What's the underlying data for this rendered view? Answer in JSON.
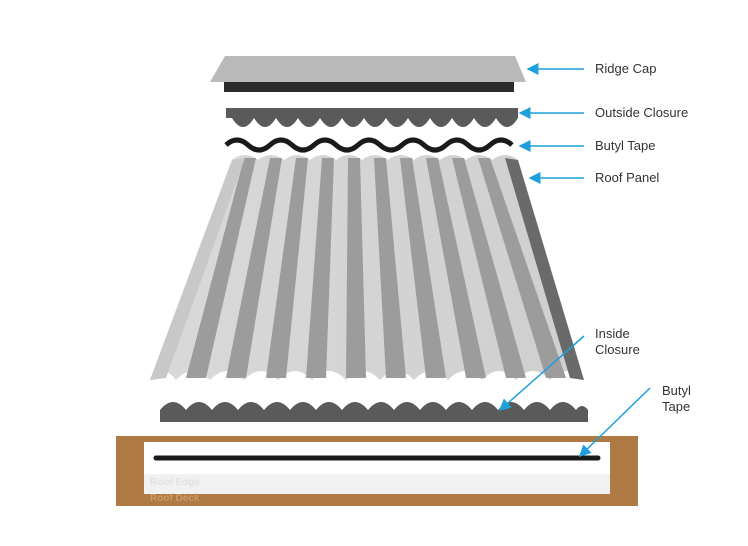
{
  "labels": {
    "ridge_cap": "Ridge Cap",
    "outside_closure": "Outside Closure",
    "butyl_tape_top": "Butyl Tape",
    "roof_panel": "Roof Panel",
    "inside_closure_line1": "Inside",
    "inside_closure_line2": "Closure",
    "butyl_tape_bottom_line1": "Butyl",
    "butyl_tape_bottom_line2": "Tape"
  },
  "base_labels": {
    "roof_edge": "Roof Edge",
    "roof_deck": "Roof Deck"
  },
  "colors": {
    "arrow": "#1ea0dc",
    "metal_light": "#bdbdbd",
    "metal_dark": "#5f5f5f",
    "tape": "#1a1a1a",
    "wood": "#b07a45"
  }
}
